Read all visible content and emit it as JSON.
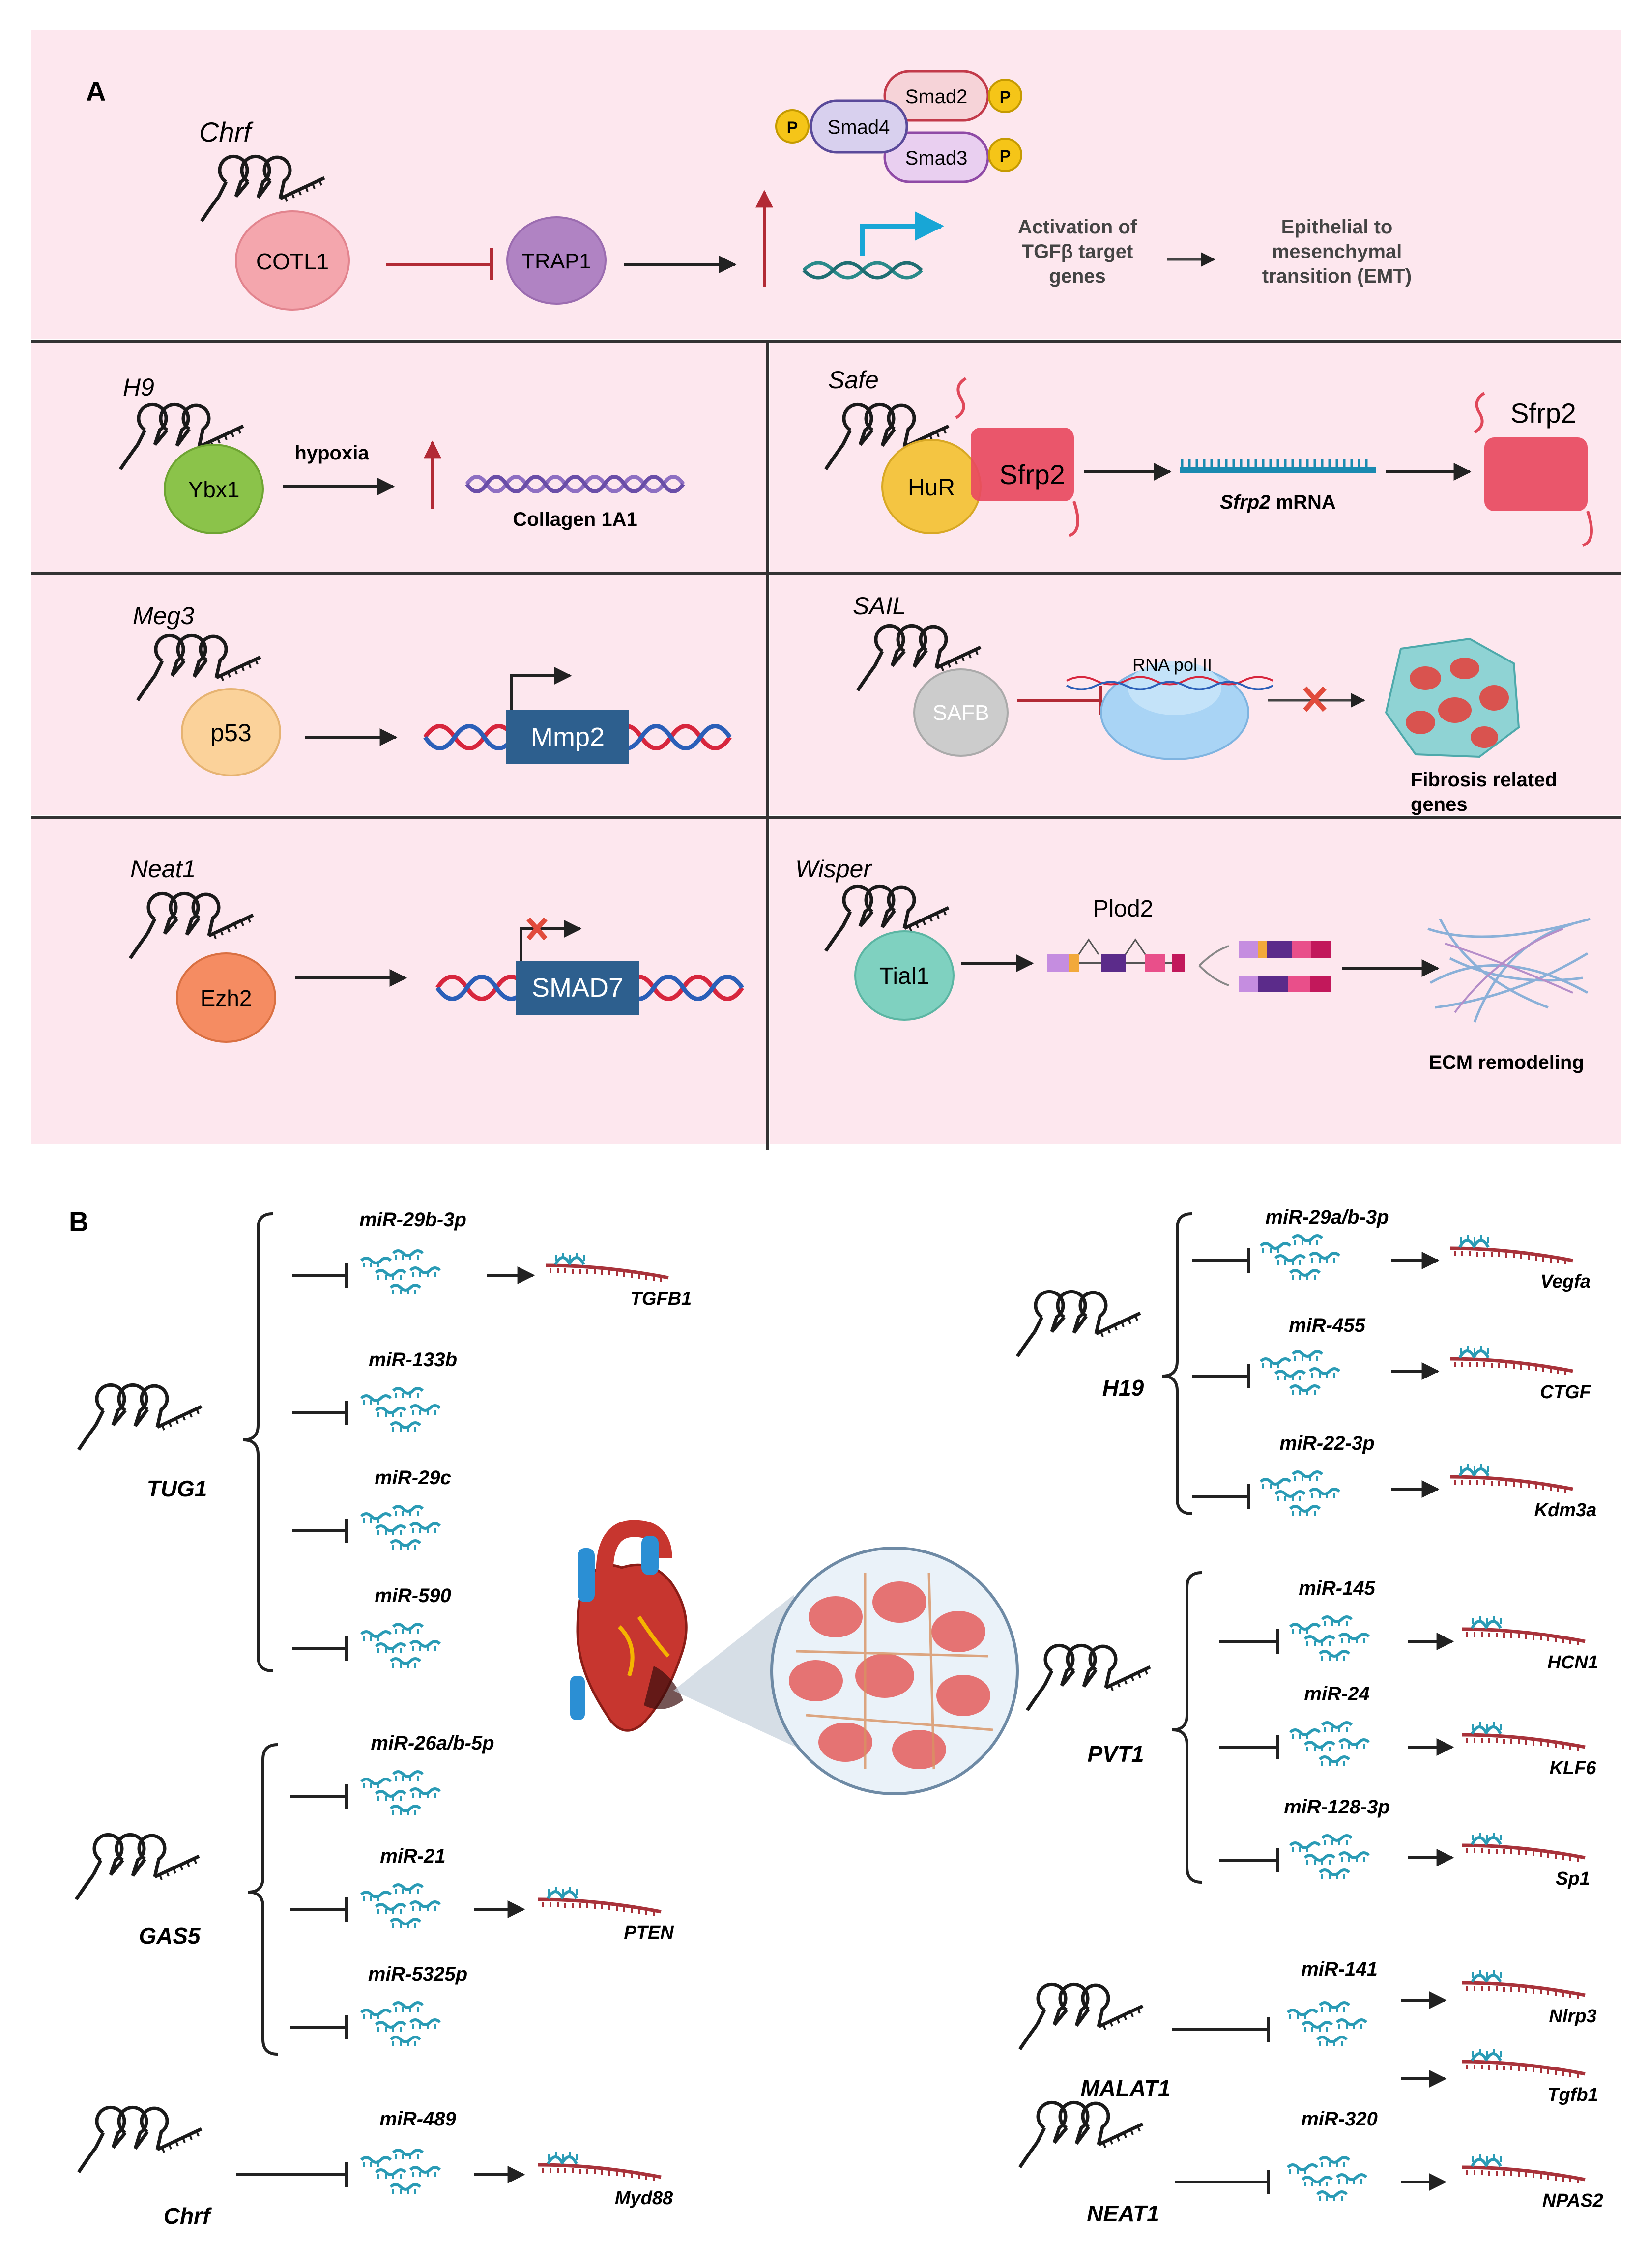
{
  "panel_a": {
    "letter": "A",
    "chrf": {
      "lncrna": "Chrf",
      "protein": "COTL1",
      "target": "TRAP1",
      "smad4": "Smad4",
      "smad2": "Smad2",
      "smad3": "Smad3",
      "phospho": "P",
      "activation": [
        "Activation of",
        "TGFβ target",
        "genes"
      ],
      "emt": [
        "Epithelial to",
        "mesenchymal",
        "transition (EMT)"
      ]
    },
    "h9": {
      "lncrna": "H9",
      "protein": "Ybx1",
      "condition": "hypoxia",
      "product": "Collagen 1A1"
    },
    "safe": {
      "lncrna": "Safe",
      "protein": "HuR",
      "bound": "Sfrp2",
      "mrna_gene": "Sfrp2",
      "mrna_suffix": " mRNA",
      "product": "Sfrp2"
    },
    "meg3": {
      "lncrna": "Meg3",
      "protein": "p53",
      "gene": "Mmp2"
    },
    "sail": {
      "lncrna": "SAIL",
      "protein": "SAFB",
      "polymerase": "RNA pol II",
      "outcome": [
        "Fibrosis related",
        "genes"
      ]
    },
    "neat1": {
      "lncrna": "Neat1",
      "protein": "Ezh2",
      "gene": "SMAD7"
    },
    "wisper": {
      "lncrna": "Wisper",
      "protein": "Tial1",
      "gene": "Plod2",
      "outcome": "ECM remodeling"
    }
  },
  "panel_b": {
    "letter": "B",
    "left_groups": [
      {
        "lncrna": "TUG1",
        "mirnas": [
          "miR-29b-3p",
          "miR-133b",
          "miR-29c",
          "miR-590"
        ],
        "targets": [
          "TGFB1",
          "",
          "",
          ""
        ]
      },
      {
        "lncrna": "GAS5",
        "mirnas": [
          "miR-26a/b-5p",
          "miR-21",
          "miR-5325p"
        ],
        "targets": [
          "",
          "PTEN",
          ""
        ]
      },
      {
        "lncrna": "Chrf",
        "mirnas": [
          "miR-489"
        ],
        "targets": [
          "Myd88"
        ]
      }
    ],
    "right_groups": [
      {
        "lncrna": "H19",
        "mirnas": [
          "miR-29a/b-3p",
          "miR-455",
          "miR-22-3p"
        ],
        "targets": [
          "Vegfa",
          "CTGF",
          "Kdm3a"
        ]
      },
      {
        "lncrna": "PVT1",
        "mirnas": [
          "miR-145",
          "miR-24",
          "miR-128-3p"
        ],
        "targets": [
          "HCN1",
          "KLF6",
          "Sp1"
        ]
      },
      {
        "lncrna": "MALAT1",
        "mirnas": [
          "miR-141"
        ],
        "targets": [
          "Nlrp3",
          "Tgfb1"
        ]
      },
      {
        "lncrna": "NEAT1",
        "mirnas": [
          "miR-320"
        ],
        "targets": [
          "NPAS2"
        ]
      }
    ]
  },
  "colors": {
    "panel_background": "#fde7ee",
    "inhibit_red": "#b22a35",
    "mirna_teal": "#2a9bb5",
    "mrna_red": "#a8323a",
    "dna_red": "#d7263d",
    "dna_blue": "#2b5fb8",
    "gene_box": "#2d5f8e"
  }
}
